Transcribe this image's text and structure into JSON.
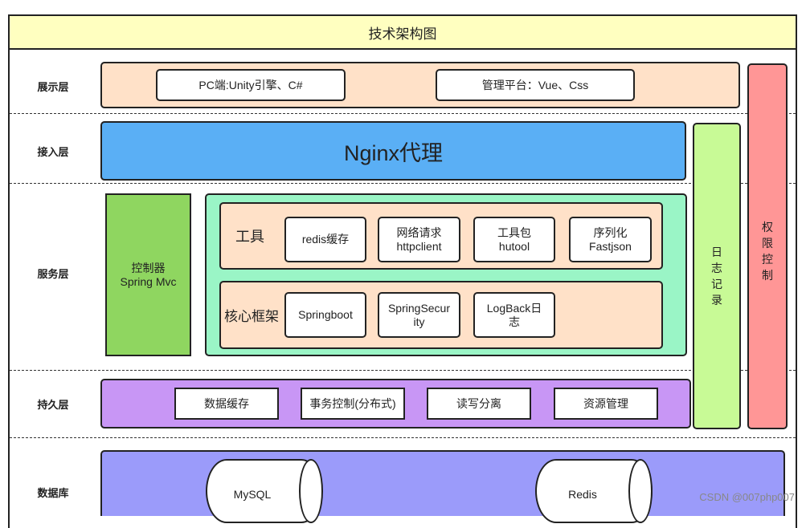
{
  "title": "技术架构图",
  "layers": {
    "presentation": "展示层",
    "access": "接入层",
    "service": "服务层",
    "persistence": "持久层",
    "database": "数据库"
  },
  "presentation_items": [
    "PC端:Unity引擎、C#",
    "管理平台：Vue、Css"
  ],
  "access_box": "Nginx代理",
  "controller": [
    "控制器",
    "Spring Mvc"
  ],
  "tools": {
    "label": "工具",
    "items": [
      [
        "redis缓存"
      ],
      [
        "网络请求",
        "httpclient"
      ],
      [
        "工具包",
        "hutool"
      ],
      [
        "序列化",
        "Fastjson"
      ]
    ]
  },
  "core": {
    "label": "核心框架",
    "items": [
      [
        "Springboot"
      ],
      [
        "SpringSecur",
        "ity"
      ],
      [
        "LogBack日",
        "志"
      ]
    ]
  },
  "persistence_items": [
    "数据缓存",
    "事务控制(分布式)",
    "读写分离",
    "资源管理"
  ],
  "log_bar": [
    "日",
    "志",
    "记",
    "录"
  ],
  "auth_bar": [
    "权",
    "限",
    "控",
    "制"
  ],
  "databases": [
    "MySQL",
    "Redis"
  ],
  "watermark": "CSDN @007php007",
  "colors": {
    "title_bg": "#ffffc0",
    "presentation_bg": "#ffe1c8",
    "access_bg": "#5aaff5",
    "controller_bg": "#8fd660",
    "service_bg": "#9af5c6",
    "inner_bg": "#ffe1c8",
    "persistence_bg": "#c896f5",
    "log_bg": "#c8fa96",
    "auth_bg": "#ff9696",
    "database_bg": "#9b9bfa"
  }
}
